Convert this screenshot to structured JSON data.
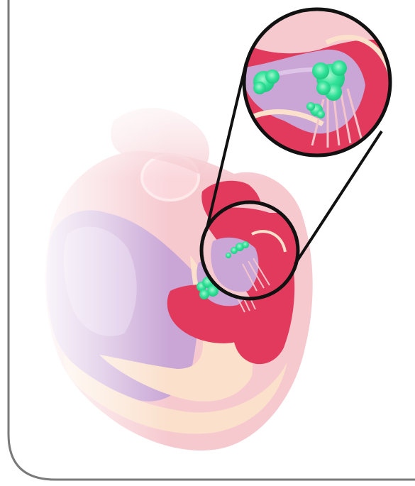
{
  "illustration": {
    "subject": "heart-cross-section-with-magnified-valve",
    "colors": {
      "frame_stroke": "#7a7a7a",
      "heart_wall_pink": "#f6c9cf",
      "heart_wall_light": "#fde8ea",
      "inner_cream": "#fbe0cc",
      "chamber_red": "#e13a5d",
      "chamber_red_dark": "#c7254a",
      "purple_atrium": "#c9a6d6",
      "purple_light": "#e7d3ee",
      "vessel_cream": "#fbe7dc",
      "vegetation_green": "#33e39a",
      "vegetation_highlight": "#a6f5cf",
      "outline_black": "#111111"
    },
    "icons": {
      "magnifier": "magnified-detail-circle",
      "vegetations": "bacterial-vegetation-clusters"
    }
  }
}
